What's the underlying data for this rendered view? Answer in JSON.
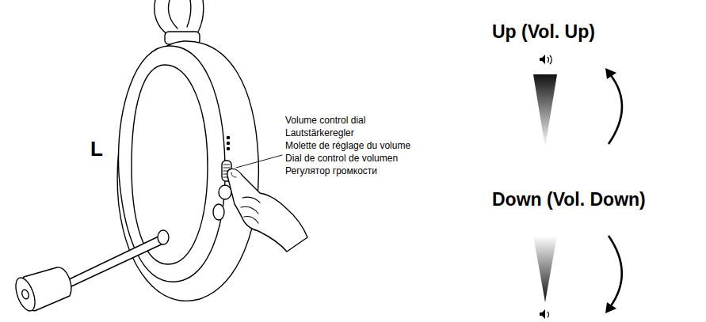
{
  "diagram": {
    "labels": [
      "L",
      "Volume control dial",
      "Lautstärkeregler",
      "Molette de réglage du volume",
      "Dial de control de volumen",
      "Регулятор громкости",
      "Up (Vol. Up)",
      "Down (Vol. Down)"
    ]
  }
}
